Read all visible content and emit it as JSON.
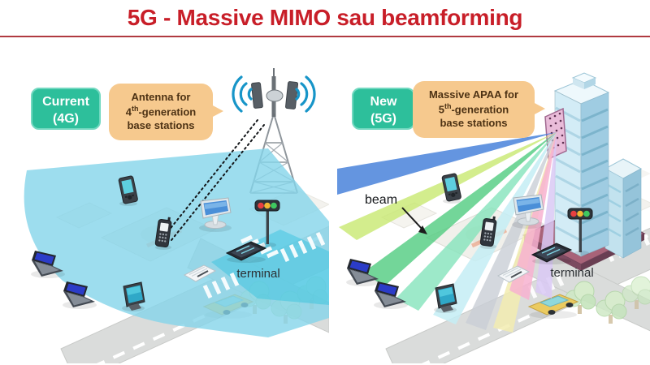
{
  "slide": {
    "title": "5G - Massive MIMO sau beamforming"
  },
  "left_panel": {
    "badge": {
      "line1": "Current",
      "line2": "(4G)"
    },
    "callout": {
      "line1": "Antenna for",
      "gen_num": "4",
      "gen_sup": "th",
      "gen_rest": "-generation",
      "line3": "base stations"
    },
    "terminal_label": "terminal"
  },
  "right_panel": {
    "badge": {
      "line1": "New",
      "line2": "(5G)"
    },
    "callout": {
      "line1": "Massive APAA for",
      "gen_num": "5",
      "gen_sup": "th",
      "gen_rest": "-generation",
      "line3": "base stations"
    },
    "beam_label": "beam",
    "terminal_label": "terminal"
  },
  "colors": {
    "title_red": "#c81e28",
    "rule_red": "#b03a40",
    "badge_teal": "#2dbf9b",
    "callout_orange": "#f6c98e",
    "callout_text": "#4d3214",
    "coverage_blue": "#85d5ea",
    "intersection_cyan": "#2ec2de",
    "wifi_blue": "#1795c8",
    "apaa_pink": "#e9bcd9",
    "platform_plum": "#a86378",
    "beam_colors": [
      "#3d7bd8",
      "#c8e870",
      "#50cc80",
      "#84e4bc",
      "#c4edf4",
      "#c9ced6",
      "#f2ecb0",
      "#f7b2d0",
      "#d9c9f4"
    ]
  }
}
